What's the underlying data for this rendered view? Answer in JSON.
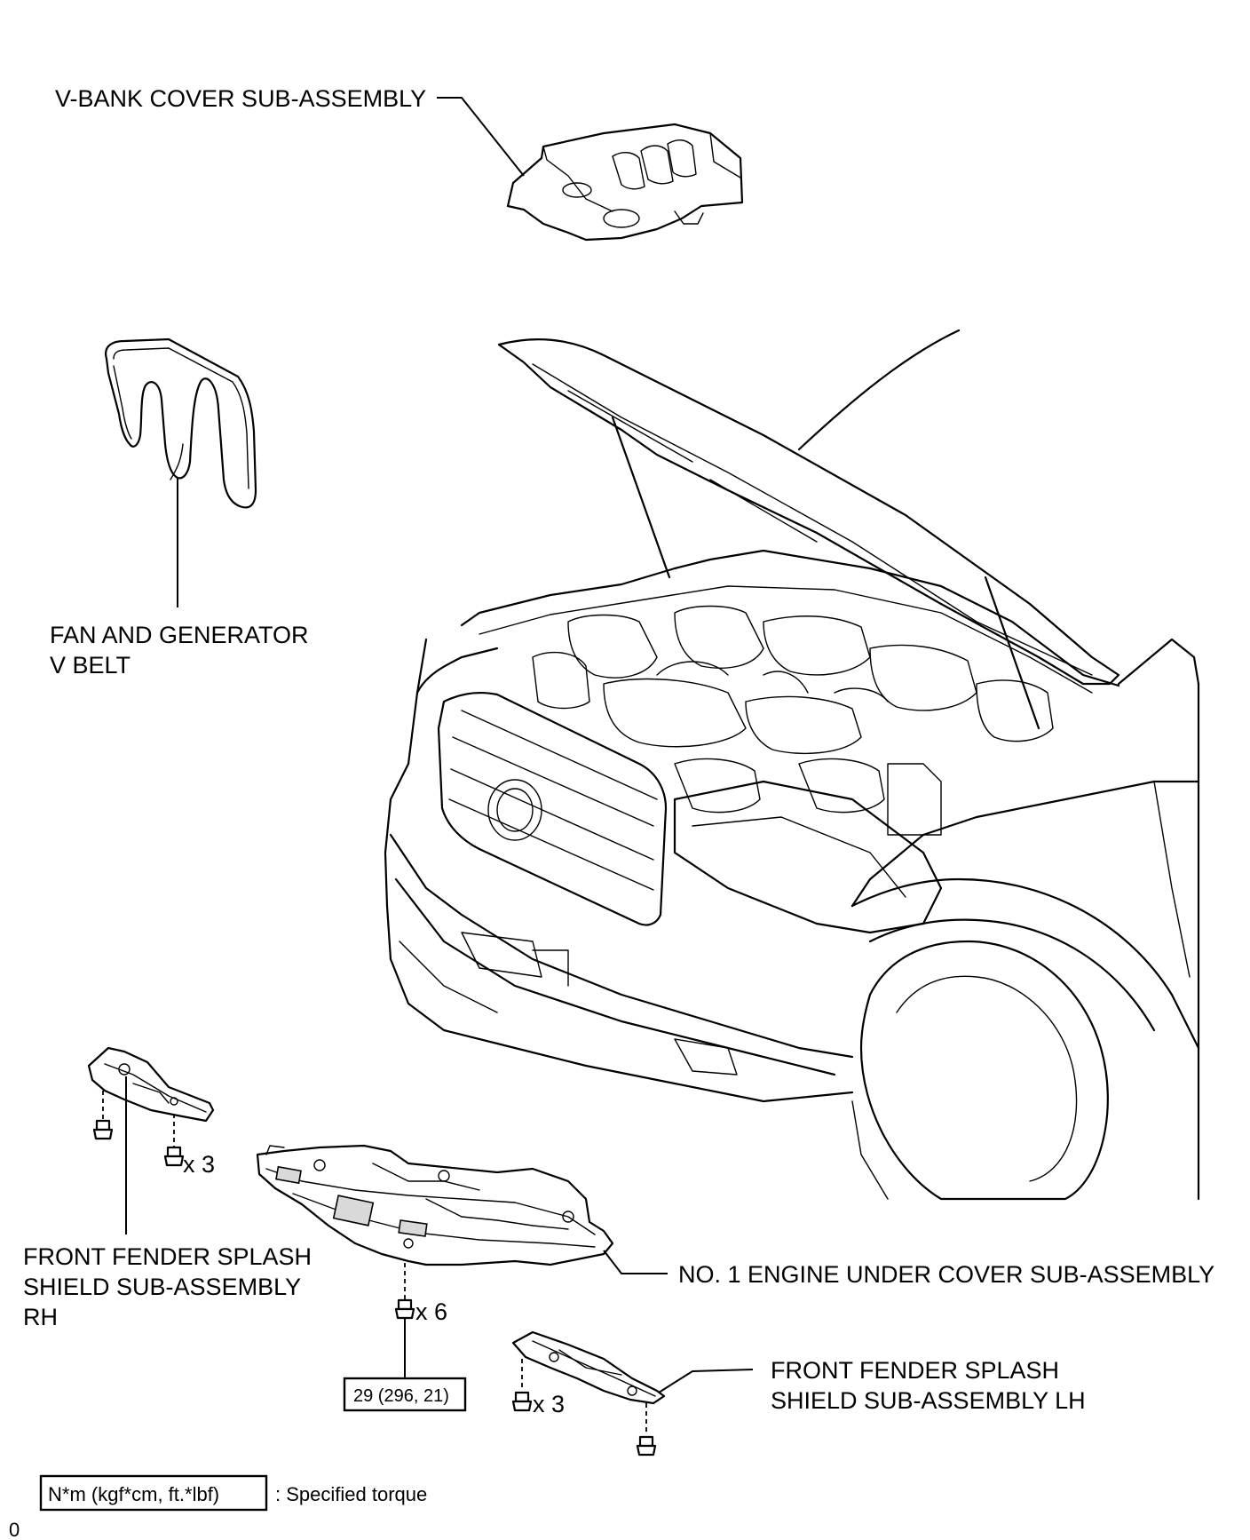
{
  "labels": {
    "v_bank_cover": "V-BANK COVER SUB-ASSEMBLY",
    "v_belt_line1": "FAN AND GENERATOR",
    "v_belt_line2": "V BELT",
    "fender_rh_line1": "FRONT FENDER SPLASH",
    "fender_rh_line2": "SHIELD SUB-ASSEMBLY",
    "fender_rh_line3": "RH",
    "under_cover": "NO. 1 ENGINE UNDER COVER SUB-ASSEMBLY",
    "fender_lh_line1": "FRONT FENDER SPLASH",
    "fender_lh_line2": "SHIELD SUB-ASSEMBLY LH"
  },
  "fasteners": {
    "rh_qty": "x 3",
    "under_cover_qty": "x 6",
    "lh_qty": "x 3"
  },
  "torque": {
    "value": "29 (296, 21)"
  },
  "legend": {
    "unit_box": "N*m (kgf*cm, ft.*lbf)",
    "description": ": Specified torque"
  },
  "corner_mark": "0"
}
